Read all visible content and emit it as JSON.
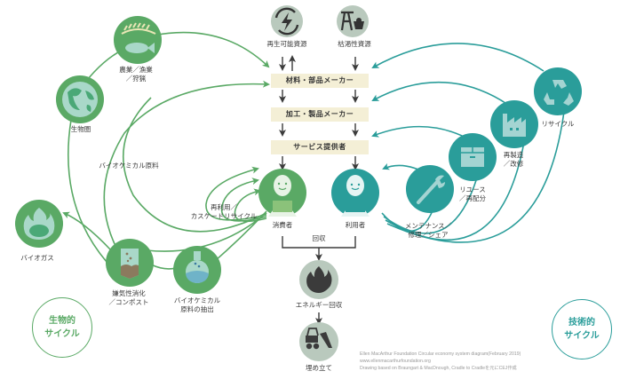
{
  "colors": {
    "bio_green": "#5aa965",
    "bio_light": "#a9d8c9",
    "tech_teal": "#2a9d9a",
    "tech_light": "#a4d4d2",
    "neutral_grey": "#b9c9bd",
    "neutral_dark": "#3b3b3b",
    "box_fill": "#f4efd6"
  },
  "sources": [
    {
      "id": "renewable",
      "label": "再生可能資源",
      "icon": "renewable-energy-icon"
    },
    {
      "id": "finite",
      "label": "枯渇性資源",
      "icon": "mining-icon"
    }
  ],
  "chain": [
    {
      "label": "材料・部品メーカー"
    },
    {
      "label": "加工・製品メーカー"
    },
    {
      "label": "サービス提供者"
    }
  ],
  "people": [
    {
      "id": "consumer",
      "label": "消費者"
    },
    {
      "id": "user",
      "label": "利用者"
    }
  ],
  "collection_label": "回収",
  "end_of_life": [
    {
      "label": "エネルギー回収",
      "icon": "fire-icon"
    },
    {
      "label": "埋め立て",
      "icon": "bulldozer-icon"
    }
  ],
  "bio_cycle": {
    "title_line1": "生物的",
    "title_line2": "サイクル",
    "nodes": [
      {
        "label": "農業／漁業\n／狩猟",
        "icon": "wheat-fish-icon"
      },
      {
        "label": "生物圏",
        "icon": "earth-icon"
      },
      {
        "label": "バイオガス",
        "icon": "flame-icon"
      },
      {
        "label": "嫌気性消化\n／コンポスト",
        "icon": "compost-tank-icon"
      },
      {
        "label": "バイオケミカル\n原料の抽出",
        "icon": "flask-icon"
      }
    ],
    "flow_labels": {
      "biochem_feedstock": "バイオケミカル原料",
      "cascade": "再利用／\nカスケードリサイクル"
    }
  },
  "tech_cycle": {
    "title_line1": "技術的",
    "title_line2": "サイクル",
    "nodes": [
      {
        "label": "リサイクル",
        "icon": "recycle-icon"
      },
      {
        "label": "再製造\n／改修",
        "icon": "factory-icon"
      },
      {
        "label": "リユース\n／再配分",
        "icon": "box-icon"
      },
      {
        "label": "メンテナンス／\n修理／シェア",
        "icon": "wrench-icon"
      }
    ]
  },
  "credits": [
    "Ellen MacArthur Foundation Circular economy system diagram(February 2019)",
    "www.ellenmacarthurfoundation.org",
    "Drawing based on Braungart & MacDnough, Cradle to Cradleを元にCEJ作成"
  ]
}
